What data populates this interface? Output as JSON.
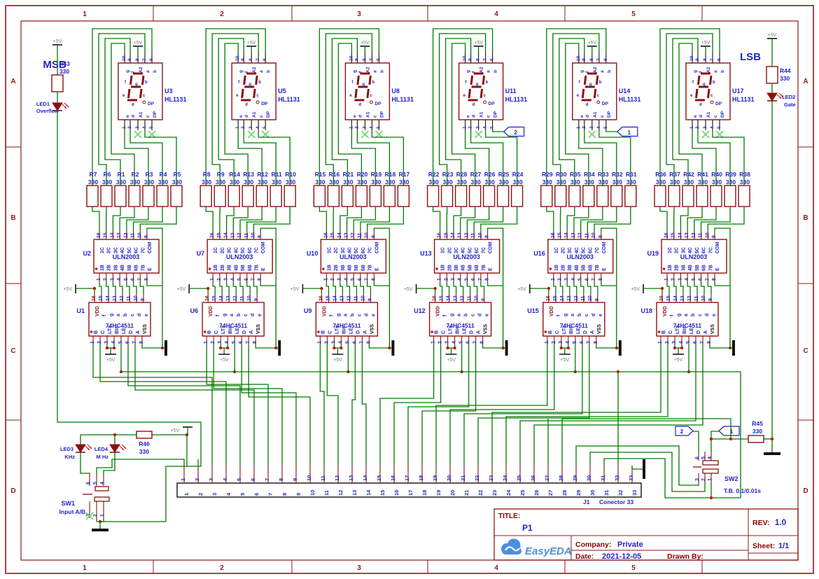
{
  "frame": {
    "columns": [
      "1",
      "2",
      "3",
      "4",
      "5"
    ],
    "rows": [
      "A",
      "B",
      "C",
      "D"
    ]
  },
  "corner_labels": {
    "msb": "MSB",
    "lsb": "LSB"
  },
  "power": {
    "vcc": "+5V"
  },
  "parts": {
    "display": "HL1131",
    "driver": "ULN2003",
    "decoder": "74HC4511"
  },
  "resistor_value": "330",
  "display_pins": {
    "top_nums": [
      "10",
      "9",
      "8",
      "7",
      "6"
    ],
    "top_names": [
      "g",
      "f",
      "A2",
      "a",
      "b"
    ],
    "bottom_nums": [
      "1",
      "2",
      "3",
      "4",
      "5"
    ],
    "bottom_names": [
      "e",
      "d",
      "A1",
      "c",
      "DP"
    ],
    "dp_text": "DP",
    "seg_letters": {
      "f": "f",
      "g": "g",
      "b": "b",
      "e": "e",
      "c": "c",
      "d": "d"
    }
  },
  "uln_pins": {
    "top_nums": [
      "16",
      "15",
      "14",
      "13",
      "12",
      "11",
      "10",
      "9"
    ],
    "top_names": [
      "1C",
      "2C",
      "3C",
      "4C",
      "5C",
      "6C",
      "7C",
      "COM"
    ],
    "bottom_nums": [
      "1",
      "2",
      "3",
      "4",
      "5",
      "6",
      "7",
      "8"
    ],
    "bottom_names": [
      "1B",
      "2B",
      "3B",
      "4B",
      "5B",
      "6B",
      "7B",
      "E"
    ]
  },
  "decoder_pins": {
    "top_nums": [
      "16",
      "15",
      "14",
      "13",
      "12",
      "11",
      "10",
      "9"
    ],
    "top_names": [
      "VDD",
      "f",
      "g",
      "a",
      "b",
      "c",
      "d",
      "e"
    ],
    "bottom_nums": [
      "1",
      "2",
      "3",
      "4",
      "5",
      "6",
      "7",
      "8"
    ],
    "bottom_names": [
      "B",
      "C",
      "LT#",
      "BI#",
      "LE",
      "D",
      "A",
      "VSS"
    ]
  },
  "blocks": [
    {
      "display": "U3",
      "driver": "U2",
      "decoder": "U1",
      "resistors": [
        "R7",
        "R6",
        "R1",
        "R2",
        "R3",
        "R4",
        "R5"
      ],
      "nc_pins": [
        3,
        5
      ],
      "dp_flag": null
    },
    {
      "display": "U5",
      "driver": "U7",
      "decoder": "U6",
      "resistors": [
        "R8",
        "R9",
        "R14",
        "R13",
        "R12",
        "R11",
        "R10"
      ],
      "nc_pins": [
        3,
        5
      ],
      "dp_flag": null
    },
    {
      "display": "U8",
      "driver": "U10",
      "decoder": "U9",
      "resistors": [
        "R15",
        "R16",
        "R21",
        "R20",
        "R19",
        "R18",
        "R17"
      ],
      "nc_pins": [
        3,
        5
      ],
      "dp_flag": null
    },
    {
      "display": "U11",
      "driver": "U13",
      "decoder": "U12",
      "resistors": [
        "R22",
        "R23",
        "R28",
        "R27",
        "R26",
        "R25",
        "R24"
      ],
      "nc_pins": [
        3
      ],
      "dp_flag": "a"
    },
    {
      "display": "U14",
      "driver": "U16",
      "decoder": "U15",
      "resistors": [
        "R29",
        "R30",
        "R35",
        "R34",
        "R33",
        "R32",
        "R31"
      ],
      "nc_pins": [
        3
      ],
      "dp_flag": "b"
    },
    {
      "display": "U17",
      "driver": "U19",
      "decoder": "U18",
      "resistors": [
        "R36",
        "R37",
        "R42",
        "R41",
        "R40",
        "R39",
        "R38"
      ],
      "nc_pins": [
        3,
        5
      ],
      "dp_flag": null
    }
  ],
  "net_flags": {
    "a": "2",
    "b": "1"
  },
  "leds": [
    {
      "ref": "LED1",
      "label": "Overflow"
    },
    {
      "ref": "LED2",
      "label": "Gate"
    },
    {
      "ref": "LED3",
      "label": "KHz"
    },
    {
      "ref": "LED4",
      "label": "M Hz"
    }
  ],
  "resistors_discrete": [
    {
      "ref": "R43",
      "value": "330"
    },
    {
      "ref": "R44",
      "value": "330"
    },
    {
      "ref": "R45",
      "value": "330"
    },
    {
      "ref": "R46",
      "value": "330"
    }
  ],
  "switches": [
    {
      "ref": "SW1",
      "label": "Input A/B",
      "top_pins": [
        "6",
        "5",
        "4"
      ],
      "bottom_pins": [
        "3",
        "2",
        "1"
      ]
    },
    {
      "ref": "SW2",
      "label": "T.B. 0.1/0.01s",
      "top_pins": [
        "6",
        "5",
        "4"
      ],
      "bottom_pins": [
        "3",
        "2",
        "1"
      ]
    }
  ],
  "connector": {
    "ref": "J1",
    "label": "Conector 33",
    "pin_count": 33
  },
  "title_block": {
    "title_label": "TITLE:",
    "title": "P1",
    "rev_label": "REV:",
    "rev": "1.0",
    "company_label": "Company:",
    "company": "Private",
    "sheet_label": "Sheet:",
    "sheet": "1/1",
    "date_label": "Date:",
    "date": "2021-12-05",
    "drawn_label": "Drawn By:",
    "logo_text": "EasyEDA"
  },
  "colors": {
    "wire": "#007A00",
    "component": "#8C1010",
    "blue_text": "#2222CC",
    "frame": "#8B1A1A",
    "nc_x": "#70D870",
    "junction": "#CC1111",
    "power_gray": "#777777",
    "black": "#111111",
    "logo_blue": "#4B8FDD",
    "title_red": "#8B0000"
  }
}
